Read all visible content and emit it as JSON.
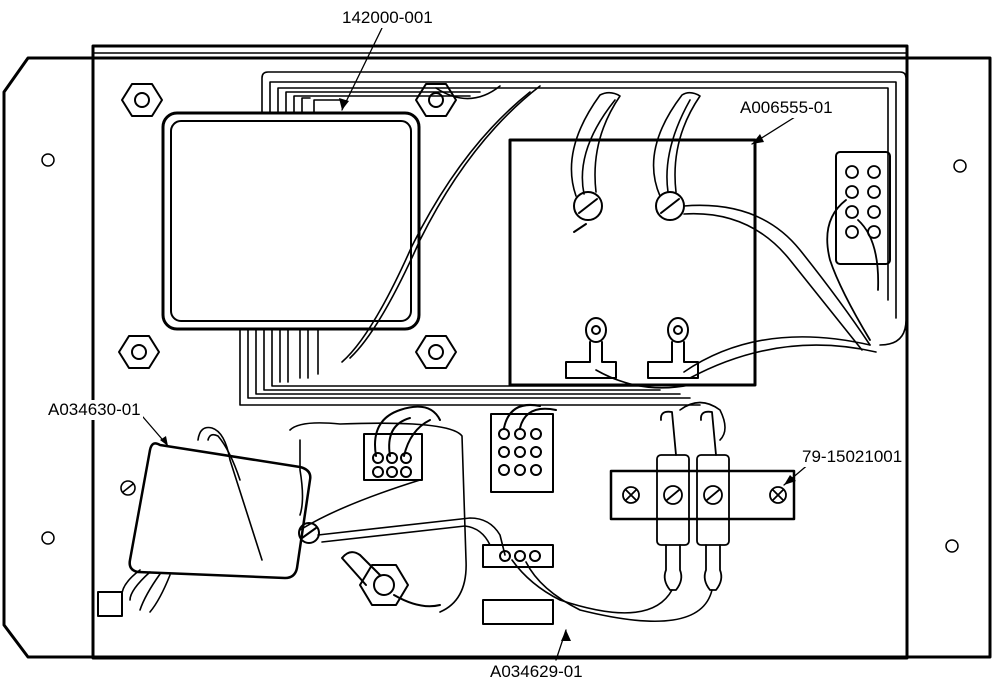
{
  "labels": {
    "transformer": "142000-001",
    "relay_board": "A006555-01",
    "filter": "A034630-01",
    "terminal_strip": "79-15021001",
    "connector": "A034629-01"
  }
}
